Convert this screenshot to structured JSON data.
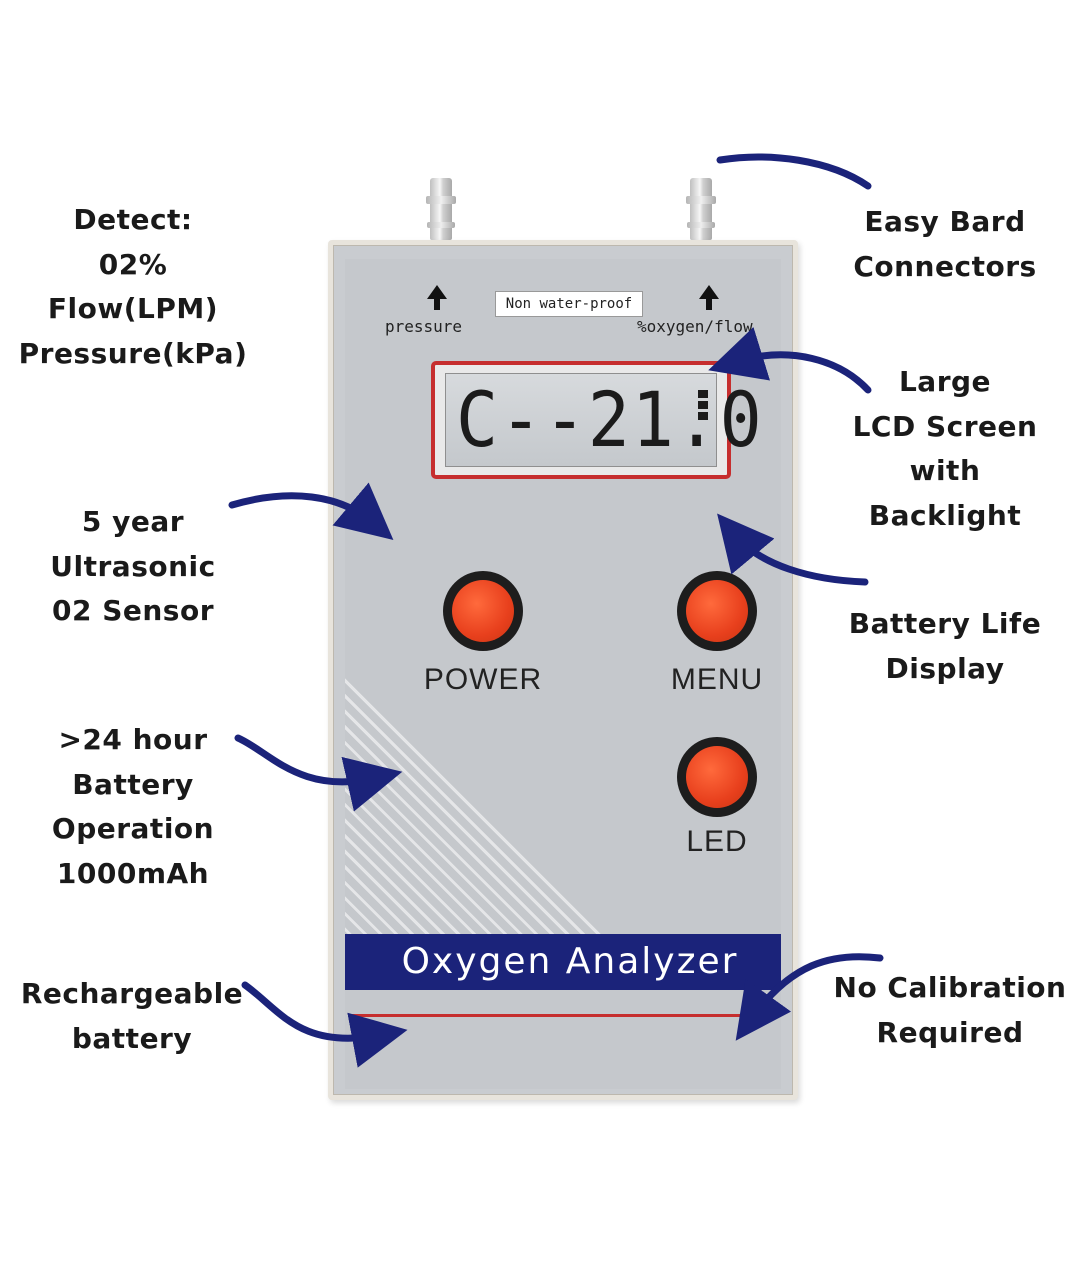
{
  "callouts": {
    "detect": [
      "Detect:",
      "02%",
      "Flow(LPM)",
      "Pressure(kPa)"
    ],
    "connectors": [
      "Easy Bard",
      "Connectors"
    ],
    "lcd": [
      "Large",
      "LCD Screen",
      "with",
      "Backlight"
    ],
    "sensor": [
      "5 year",
      "Ultrasonic",
      "02 Sensor"
    ],
    "battery_life": [
      "Battery Life",
      "Display"
    ],
    "battery_operation": [
      ">24 hour",
      "Battery",
      "Operation",
      "1000mAh"
    ],
    "rechargeable": [
      "Rechargeable",
      "battery"
    ],
    "calibration": [
      "No Calibration",
      "Required"
    ]
  },
  "device": {
    "waterproof_label": "Non water-proof",
    "port_left_label": "pressure",
    "port_right_label": "%oxygen/flow",
    "lcd_reading": "C--21.0",
    "power_label": "POWER",
    "menu_label": "MENU",
    "led_label": "LED",
    "brand_banner": "Oxygen Analyzer"
  },
  "colors": {
    "arrow": "#1b237a",
    "banner": "#1b237a",
    "button": "#e8401d",
    "bezel": "#c62e2e"
  }
}
